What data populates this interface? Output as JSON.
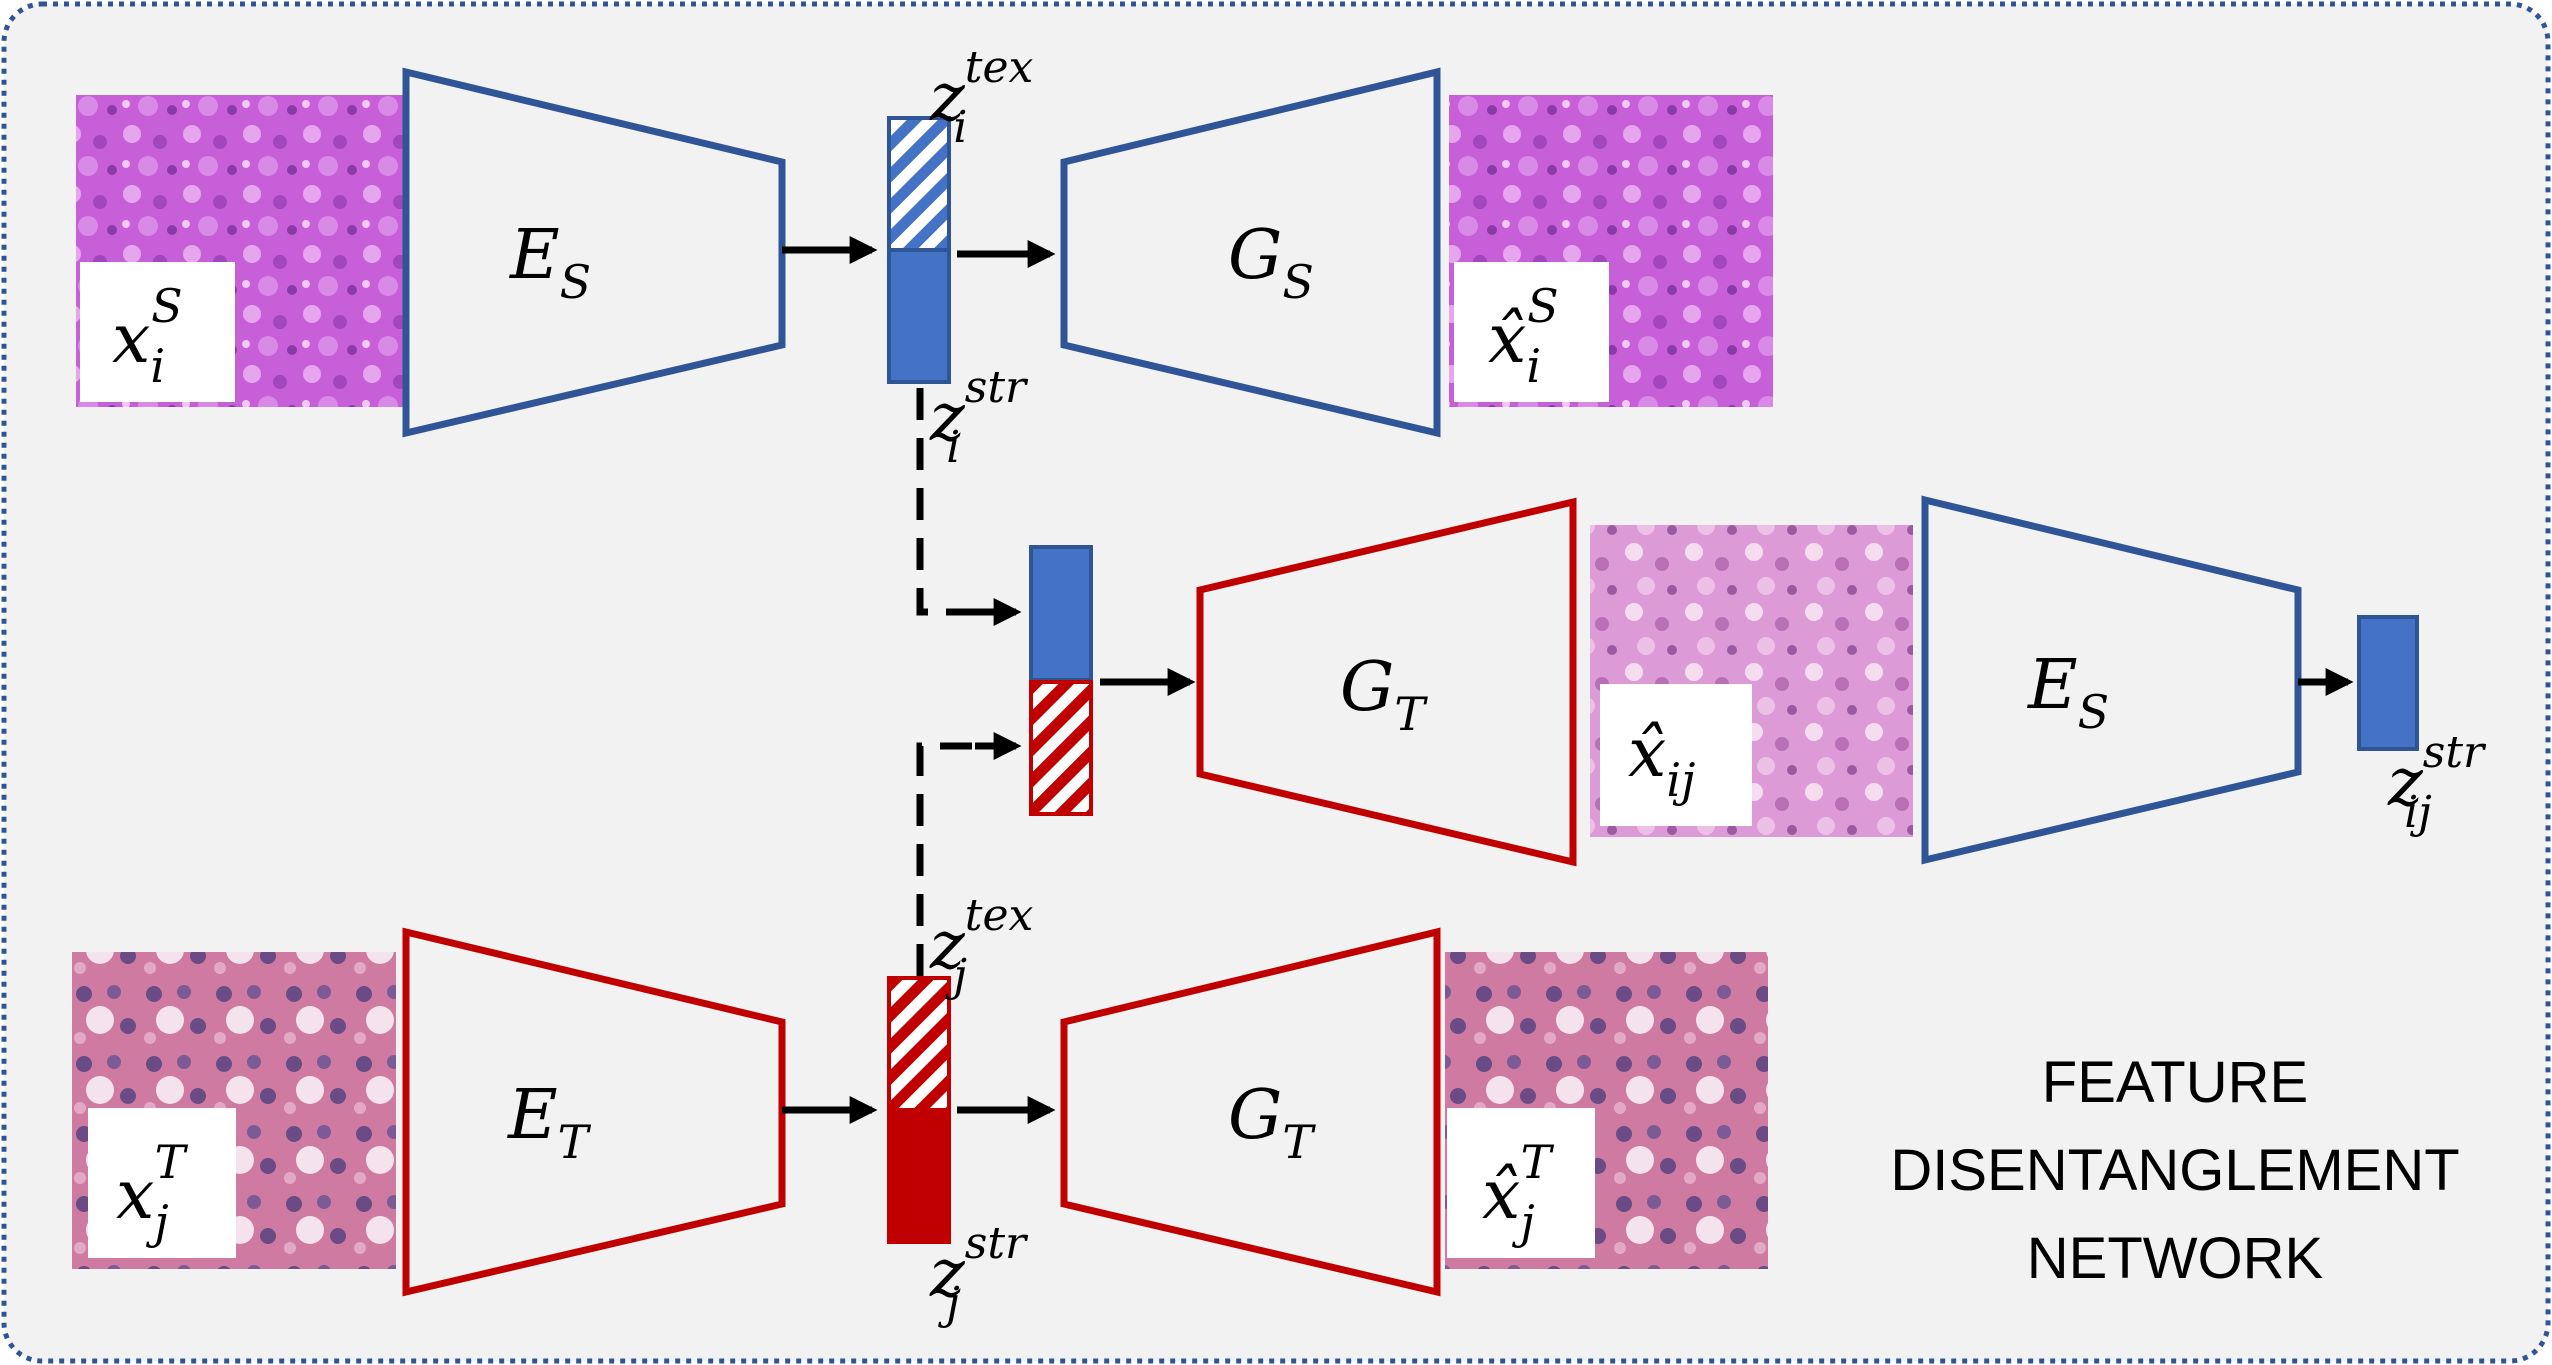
{
  "colors": {
    "background": "#f2f2f2",
    "frame_dots": "#2f5597",
    "source_blue": "#2f5597",
    "source_fill": "#4472c4",
    "target_red": "#c00000",
    "arrow": "#000000",
    "tissue_pink": "#c25ad6",
    "tissue_he": "#d68aa8"
  },
  "title": {
    "line1": "FEATURE",
    "line2": "DISENTANGLEMENT",
    "line3": "NETWORK"
  },
  "labels": {
    "encoder_source": {
      "base": "E",
      "sub": "S"
    },
    "generator_source": {
      "base": "G",
      "sub": "S"
    },
    "generator_target_mid": {
      "base": "G",
      "sub": "T"
    },
    "encoder_source_mid": {
      "base": "E",
      "sub": "S"
    },
    "encoder_target": {
      "base": "E",
      "sub": "T"
    },
    "generator_target": {
      "base": "G",
      "sub": "T"
    },
    "x_source": {
      "base": "x",
      "sub": "i",
      "sup": "S"
    },
    "xhat_source": {
      "base": "x̂",
      "sub": "i",
      "sup": "S"
    },
    "xhat_ij": {
      "base": "x̂",
      "sub": "ij"
    },
    "x_target": {
      "base": "x",
      "sub": "j",
      "sup": "T"
    },
    "xhat_target": {
      "base": "x̂",
      "sub": "j",
      "sup": "T"
    },
    "z_tex_i": {
      "base": "z",
      "sub": "i",
      "sup": "tex"
    },
    "z_str_i": {
      "base": "z",
      "sub": "i",
      "sup": "str"
    },
    "z_tex_j": {
      "base": "z",
      "sub": "j",
      "sup": "tex"
    },
    "z_str_j": {
      "base": "z",
      "sub": "j",
      "sup": "str"
    },
    "z_str_ij": {
      "base": "z",
      "sub": "ij",
      "sup": "str"
    }
  }
}
